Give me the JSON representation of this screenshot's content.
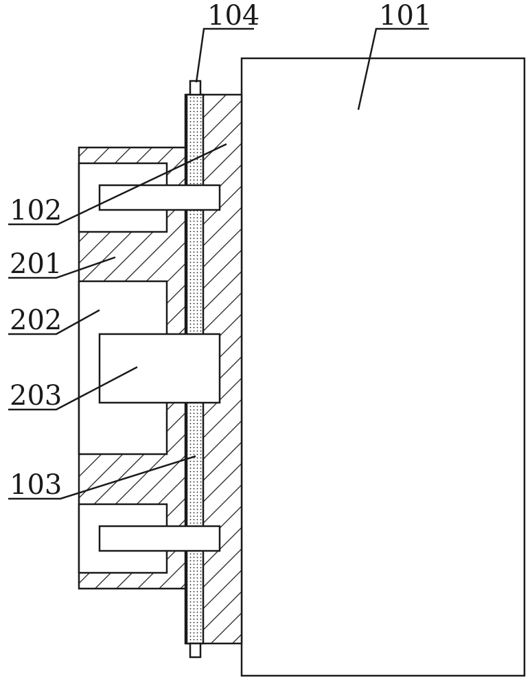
{
  "labels": {
    "l101": "101",
    "l102": "102",
    "l103": "103",
    "l104": "104",
    "l201": "201",
    "l202": "202",
    "l203": "203"
  }
}
